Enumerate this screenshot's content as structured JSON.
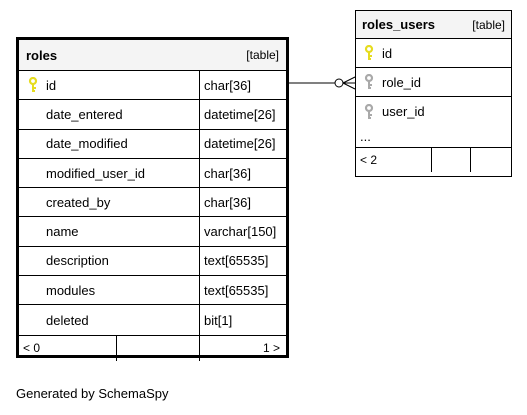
{
  "roles": {
    "title": "roles",
    "kind": "[table]",
    "columns": [
      {
        "name": "id",
        "type": "char[36]",
        "key": "primary"
      },
      {
        "name": "date_entered",
        "type": "datetime[26]",
        "key": ""
      },
      {
        "name": "date_modified",
        "type": "datetime[26]",
        "key": ""
      },
      {
        "name": "modified_user_id",
        "type": "char[36]",
        "key": ""
      },
      {
        "name": "created_by",
        "type": "char[36]",
        "key": ""
      },
      {
        "name": "name",
        "type": "varchar[150]",
        "key": ""
      },
      {
        "name": "description",
        "type": "text[65535]",
        "key": ""
      },
      {
        "name": "modules",
        "type": "text[65535]",
        "key": ""
      },
      {
        "name": "deleted",
        "type": "bit[1]",
        "key": ""
      }
    ],
    "footer": {
      "parents": "< 0",
      "children": "1 >"
    }
  },
  "roles_users": {
    "title": "roles_users",
    "kind": "[table]",
    "columns": [
      {
        "name": "id",
        "key": "primary"
      },
      {
        "name": "role_id",
        "key": "foreign"
      },
      {
        "name": "user_id",
        "key": "foreign"
      }
    ],
    "more": "...",
    "footer": {
      "parents": "< 2"
    }
  },
  "colors": {
    "primary_key": "#e6dc1f",
    "foreign_key": "#a9a9a9",
    "header_bg": "#f4f4f4"
  },
  "caption": "Generated by SchemaSpy"
}
